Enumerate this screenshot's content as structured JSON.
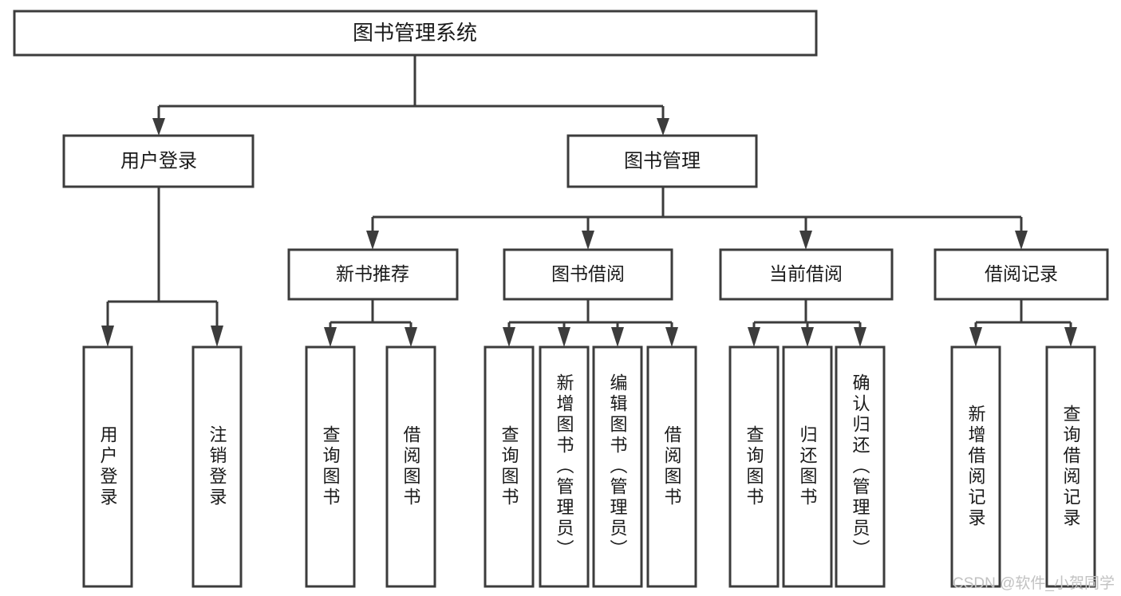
{
  "diagram": {
    "title": "图书管理系统",
    "type": "tree-hierarchy",
    "watermark": "CSDN @软件_小贺同学",
    "colors": {
      "stroke": "#3c3c3c",
      "fill": "#ffffff",
      "text": "#1a1a1a",
      "watermark": "#c2c2c2"
    },
    "root": {
      "label": "图书管理系统"
    },
    "level1": [
      {
        "label": "用户登录"
      },
      {
        "label": "图书管理"
      }
    ],
    "level2": [
      {
        "label": "新书推荐"
      },
      {
        "label": "图书借阅"
      },
      {
        "label": "当前借阅"
      },
      {
        "label": "借阅记录"
      }
    ],
    "leaves": {
      "user_login": [
        {
          "label": "用户登录"
        },
        {
          "label": "注销登录"
        }
      ],
      "new_book_recommend": [
        {
          "label": "查询图书"
        },
        {
          "label": "借阅图书"
        }
      ],
      "book_borrow": [
        {
          "label": "查询图书"
        },
        {
          "label": "新增图书（管理员）"
        },
        {
          "label": "编辑图书（管理员）"
        },
        {
          "label": "借阅图书"
        }
      ],
      "current_borrow": [
        {
          "label": "查询图书"
        },
        {
          "label": "归还图书"
        },
        {
          "label": "确认归还（管理员）"
        }
      ],
      "borrow_record": [
        {
          "label": "新增借阅记录"
        },
        {
          "label": "查询借阅记录"
        }
      ]
    }
  }
}
